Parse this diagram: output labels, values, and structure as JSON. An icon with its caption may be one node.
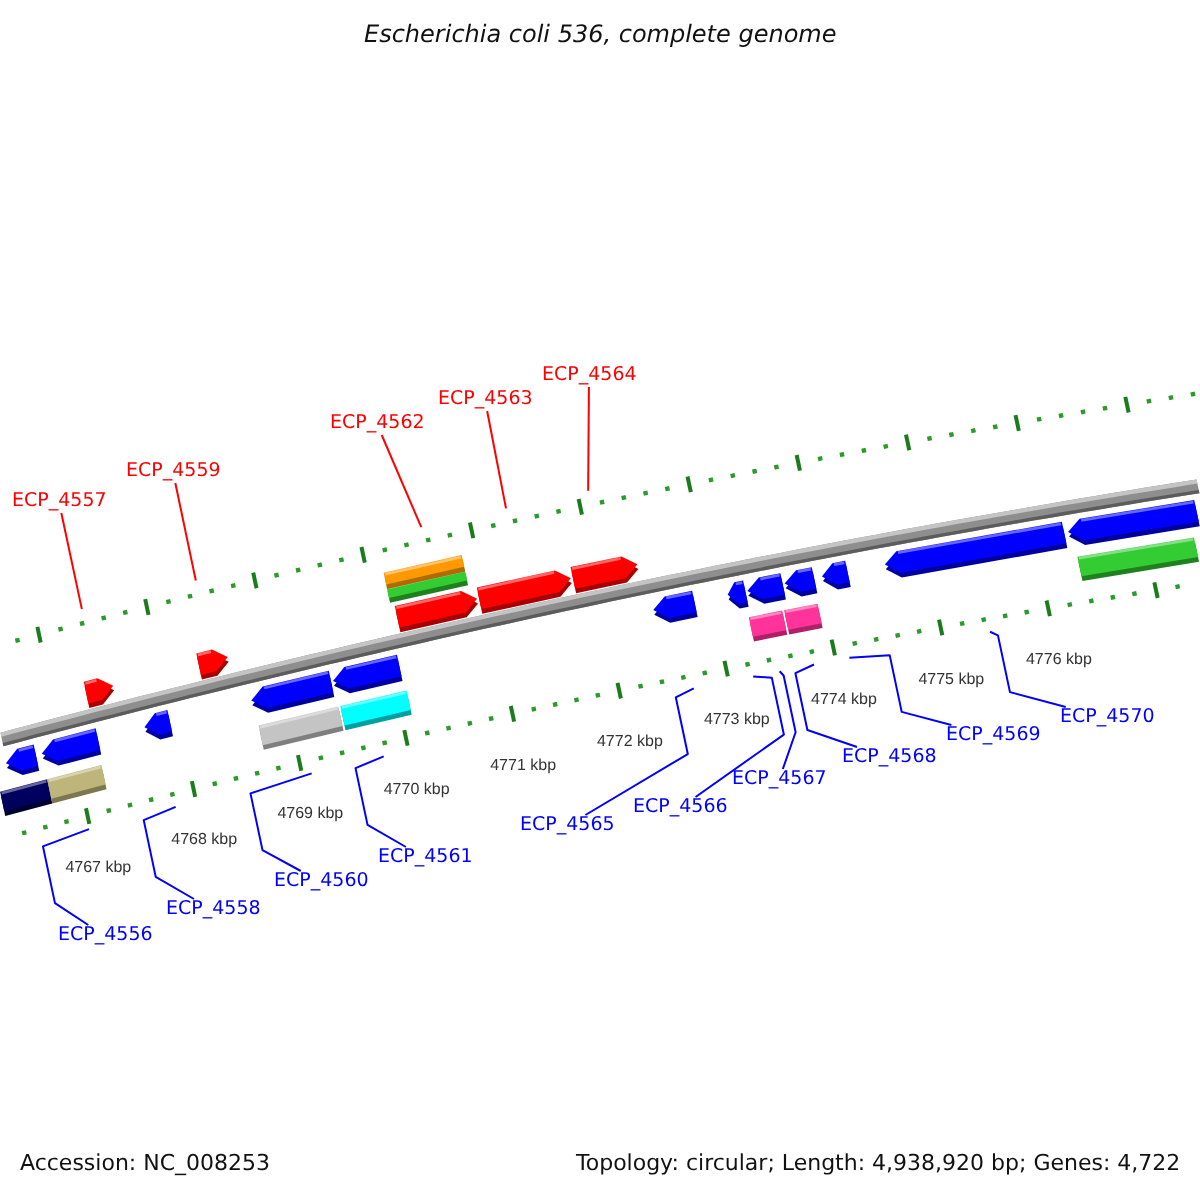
{
  "diagram": {
    "title": "Escherichia coli 536, complete genome",
    "nodes": [
      {
        "text": [
          "ECP_4557"
        ]
      },
      {
        "text": [
          "ECP_4559"
        ]
      },
      {
        "text": [
          "ECP_4562"
        ]
      },
      {
        "text": [
          "ECP_4563"
        ]
      },
      {
        "text": [
          "ECP_4564"
        ]
      },
      {
        "text": [
          "ECP_4556"
        ]
      },
      {
        "text": [
          "ECP_4558"
        ]
      },
      {
        "text": [
          "ECP_4560"
        ]
      },
      {
        "text": [
          "ECP_4561"
        ]
      },
      {
        "text": [
          "ECP_4565"
        ]
      },
      {
        "text": [
          "ECP_4566"
        ]
      },
      {
        "text": [
          "ECP_4567"
        ]
      },
      {
        "text": [
          "ECP_4568"
        ]
      },
      {
        "text": [
          "ECP_4569"
        ]
      },
      {
        "text": [
          "ECP_4570"
        ]
      }
    ],
    "edges": [
      {
        "from": 0,
        "to": null,
        "arrow": "none",
        "color": "#ff0000"
      },
      {
        "from": 1,
        "to": null,
        "arrow": "none",
        "color": "#ff0000"
      },
      {
        "from": 2,
        "to": null,
        "arrow": "none",
        "color": "#ff0000"
      },
      {
        "from": 3,
        "to": null,
        "arrow": "none",
        "color": "#ff0000"
      },
      {
        "from": 4,
        "to": null,
        "arrow": "none",
        "color": "#ff0000"
      },
      {
        "from": 5,
        "to": null,
        "arrow": "none"
      },
      {
        "from": 6,
        "to": null,
        "arrow": "none"
      },
      {
        "from": 7,
        "to": null,
        "arrow": "none"
      },
      {
        "from": 8,
        "to": null,
        "arrow": "none"
      },
      {
        "from": 9,
        "to": null,
        "arrow": "none"
      },
      {
        "from": 10,
        "to": null,
        "arrow": "none"
      },
      {
        "from": 11,
        "to": null,
        "arrow": "none"
      },
      {
        "from": 12,
        "to": null,
        "arrow": "none"
      },
      {
        "from": 13,
        "to": null,
        "arrow": "none"
      },
      {
        "from": 14,
        "to": null,
        "arrow": "none"
      }
    ],
    "labels": [
      "4767 kbp",
      "4768 kbp",
      "4769 kbp",
      "4770 kbp",
      "4771 kbp",
      "4772 kbp",
      "4773 kbp",
      "4774 kbp",
      "4775 kbp",
      "4776 kbp",
      "Accession: NC_008253",
      "Topology: circular; Length: 4,938,920 bp; Genes: 4,722"
    ]
  }
}
